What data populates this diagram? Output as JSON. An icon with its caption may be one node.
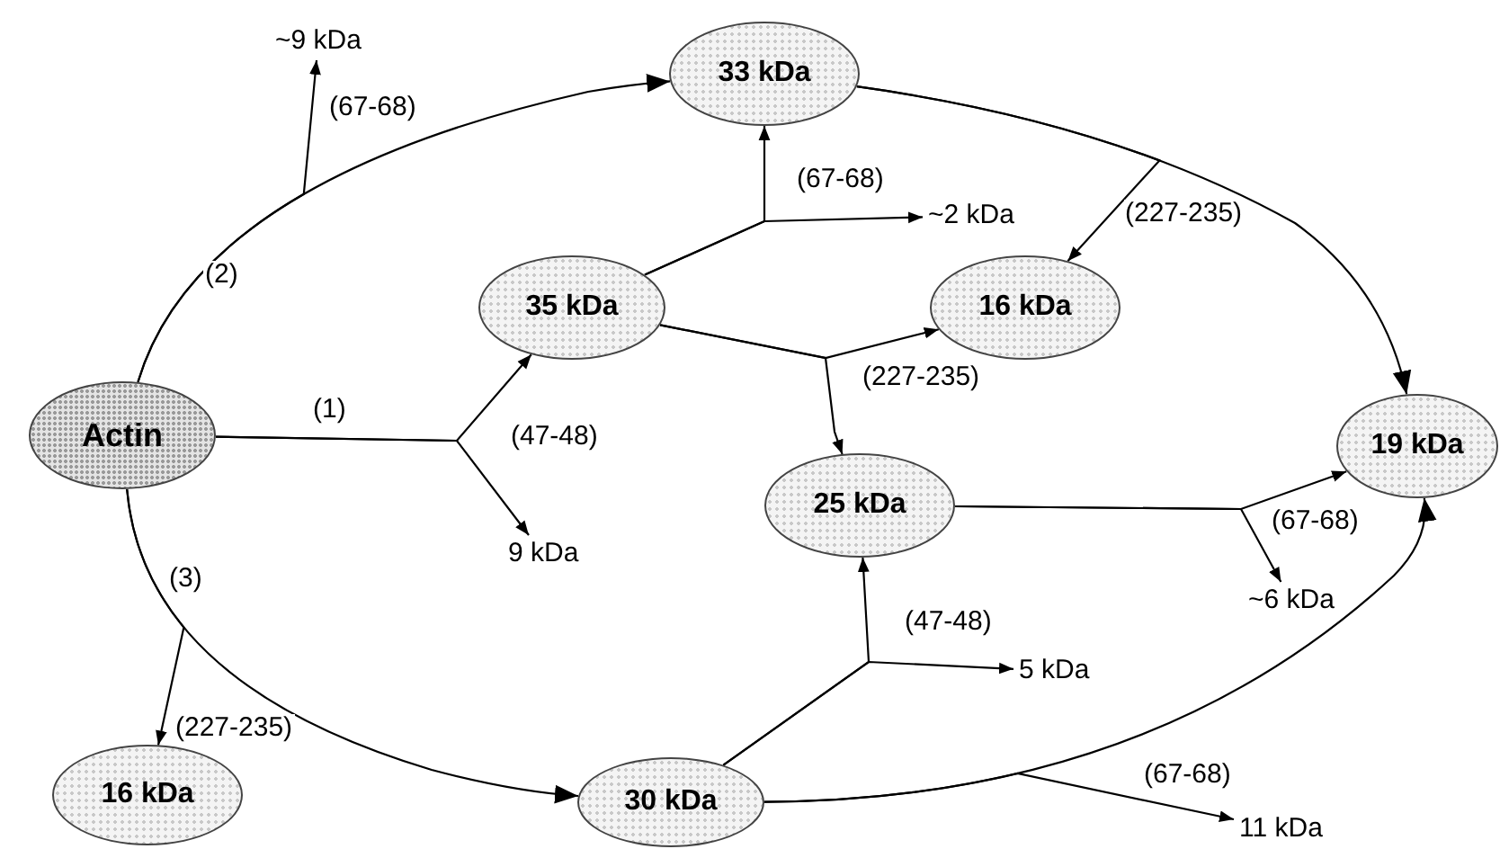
{
  "diagram": {
    "nodes": [
      {
        "text": [
          "~9 kDa"
        ]
      },
      {
        "text": [
          "33 kDa"
        ]
      },
      {
        "text": [
          "~2 kDa"
        ]
      },
      {
        "text": [
          "35 kDa"
        ]
      },
      {
        "text": [
          "16 kDa"
        ]
      },
      {
        "text": [
          "Actin"
        ]
      },
      {
        "text": [
          "19 kDa"
        ]
      },
      {
        "text": [
          "25 kDa"
        ]
      },
      {
        "text": [
          "9 kDa"
        ]
      },
      {
        "text": [
          "~6 kDa"
        ]
      },
      {
        "text": [
          "5 kDa"
        ]
      },
      {
        "text": [
          "16 kDa"
        ]
      },
      {
        "text": [
          "30 kDa"
        ]
      },
      {
        "text": [
          "11 kDa"
        ]
      }
    ],
    "edges": [
      {
        "from": 5,
        "to": 1,
        "arrow": "to",
        "label": "(2)"
      },
      {
        "from": 5,
        "to": 0,
        "arrow": "to",
        "label": "(67-68)"
      },
      {
        "from": 1,
        "to": 6,
        "arrow": "to"
      },
      {
        "from": 1,
        "to": 4,
        "arrow": "to",
        "label": "(227-235)"
      },
      {
        "from": 3,
        "to": 1,
        "arrow": "to",
        "label": "(67-68)"
      },
      {
        "from": 3,
        "to": 2,
        "arrow": "to"
      },
      {
        "from": 3,
        "to": 4,
        "arrow": "to",
        "label": "(227-235)"
      },
      {
        "from": 3,
        "to": 7,
        "arrow": "to"
      },
      {
        "from": 5,
        "to": 3,
        "arrow": "to",
        "label": "(1)"
      },
      {
        "from": 5,
        "to": 8,
        "arrow": "to",
        "label": "(47-48)"
      },
      {
        "from": 5,
        "to": 12,
        "arrow": "to",
        "label": "(3)"
      },
      {
        "from": 5,
        "to": 11,
        "arrow": "to",
        "label": "(227-235)"
      },
      {
        "from": 7,
        "to": 6,
        "arrow": "to",
        "label": "(67-68)"
      },
      {
        "from": 7,
        "to": 9,
        "arrow": "to"
      },
      {
        "from": 12,
        "to": 7,
        "arrow": "to",
        "label": "(47-48)"
      },
      {
        "from": 12,
        "to": 10,
        "arrow": "to"
      },
      {
        "from": 12,
        "to": 6,
        "arrow": "to"
      },
      {
        "from": 12,
        "to": 13,
        "arrow": "to",
        "label": "(67-68)"
      }
    ]
  }
}
